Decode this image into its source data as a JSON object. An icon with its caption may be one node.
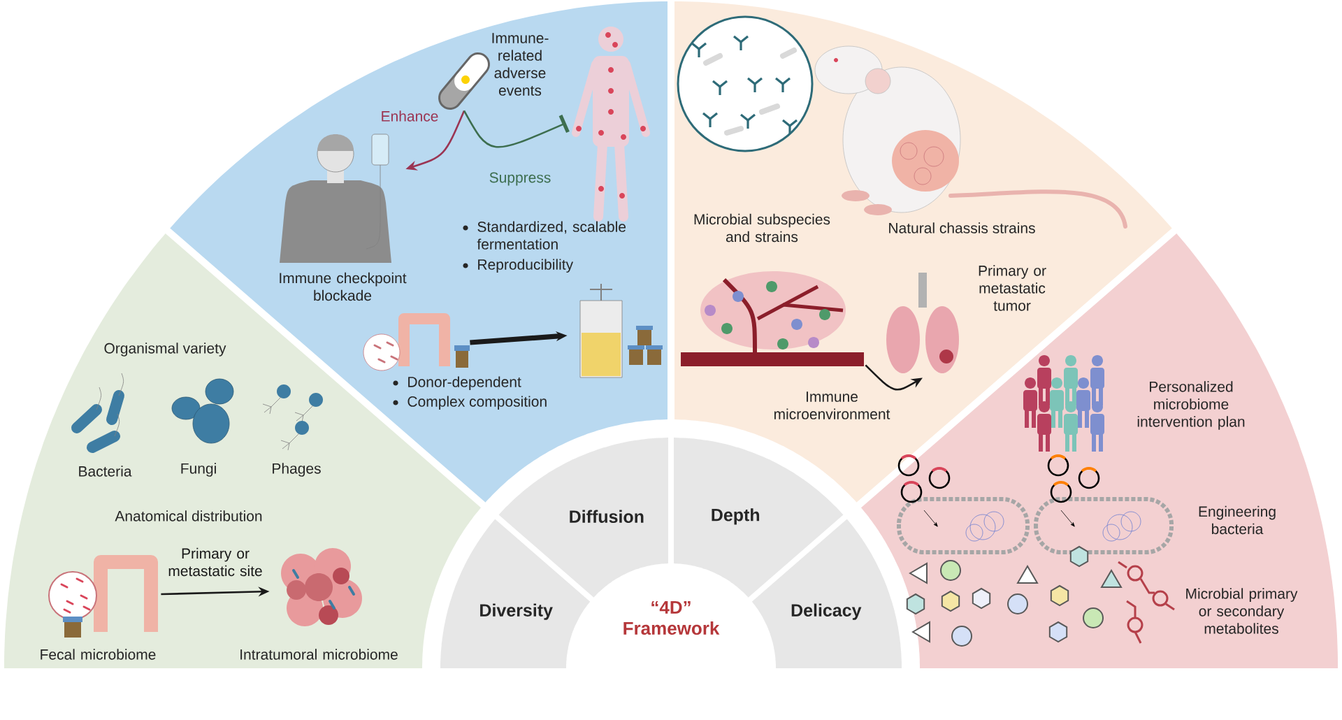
{
  "diagram": {
    "nodes": [
      {
        "text": [
          "Diversity"
        ]
      },
      {
        "text": [
          "Diffusion"
        ]
      },
      {
        "text": [
          "Depth"
        ]
      },
      {
        "text": [
          "Delicacy"
        ]
      },
      {
        "text": [
          "“4D” Framework"
        ]
      },
      {
        "text": [],
        "shape": "picture"
      },
      {
        "text": [
          "Immune checkpoint blockade"
        ]
      },
      {
        "text": [
          "Immune-related adverse events"
        ]
      },
      {
        "text": [],
        "shape": "picture"
      },
      {
        "text": [],
        "shape": "picture"
      },
      {
        "text": [
          "Fecal microbiome"
        ]
      },
      {
        "text": [
          "Intratumoral microbiome"
        ]
      },
      {
        "text": [
          "Immune microenvironment"
        ]
      },
      {
        "text": [
          "Primary or metastatic tumor"
        ]
      }
    ],
    "edges": [
      {
        "from": 5,
        "to": 6,
        "arrow": "to",
        "label": "Enhance",
        "color": "#9b3553"
      },
      {
        "from": 5,
        "to": 7,
        "arrow": "other",
        "label": "Suppress",
        "color": "#3d6e4f"
      },
      {
        "from": 8,
        "to": 9,
        "arrow": "to",
        "style": "thick"
      },
      {
        "from": 10,
        "to": 11,
        "arrow": "to",
        "label": "Primary or metastatic site"
      },
      {
        "from": 12,
        "to": 13,
        "arrow": "to"
      }
    ],
    "labels": [
      "Organismal variety",
      "Bacteria",
      "Fungi",
      "Phages",
      "Anatomical distribution",
      "Standardized, scalable fermentation",
      "Reproducibility",
      "Donor-dependent",
      "Complex composition",
      "Microbial subspecies and strains",
      "Natural chassis strains",
      "Personalized microbiome intervention plan",
      "Engineering bacteria",
      "Microbial primary or secondary metabolites"
    ]
  }
}
